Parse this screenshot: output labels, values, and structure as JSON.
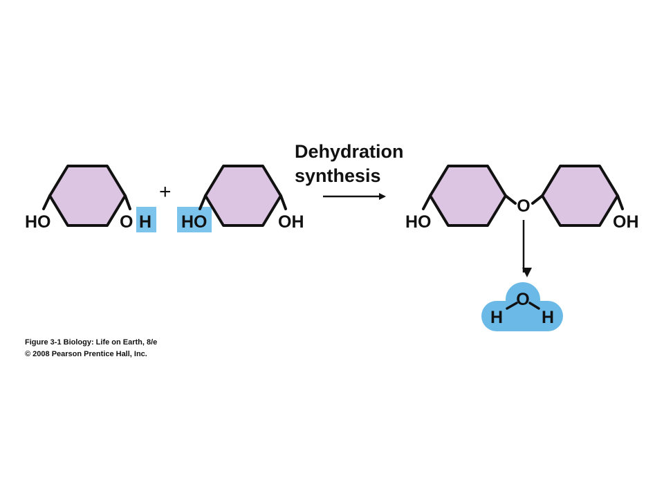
{
  "colors": {
    "ring_fill": "#dcc5e2",
    "highlight": "#7cc4ec",
    "water": "#6ab9e6",
    "stroke": "#111111"
  },
  "reactant_1": {
    "left_label": "HO",
    "right_label": "O",
    "removed_h": "H"
  },
  "plus_sign": "+",
  "reactant_2": {
    "removed_ho": "HO",
    "right_label": "OH"
  },
  "reaction": {
    "line1": "Dehydration",
    "line2": "synthesis"
  },
  "product": {
    "left_label": "HO",
    "bridge_o": "O",
    "right_label": "OH"
  },
  "water": {
    "o": "O",
    "h_left": "H",
    "h_right": "H"
  },
  "caption": {
    "line1": "Figure 3-1  Biology: Life on Earth, 8/e",
    "line2": "© 2008 Pearson Prentice Hall, Inc."
  }
}
